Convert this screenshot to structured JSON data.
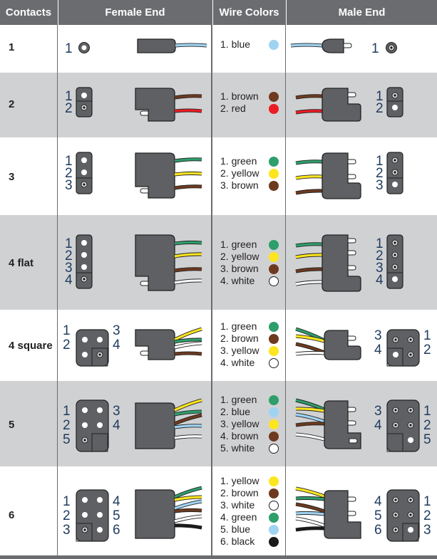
{
  "header": {
    "contacts": "Contacts",
    "female_end": "Female End",
    "wire_colors": "Wire Colors",
    "male_end": "Male End"
  },
  "colors": {
    "header_bg": "#6b6c70",
    "alt_row_bg": "#d0d1d3",
    "connector_body": "#5f6064",
    "blue": "#9fd3f2",
    "brown": "#6e3a1f",
    "red": "#ec1c24",
    "green": "#2e9e6b",
    "yellow": "#fde51f",
    "white": "#ffffff",
    "black": "#1a1a1a"
  },
  "rows": [
    {
      "contacts": "1",
      "wires": [
        {
          "label": "1. blue",
          "color": "blue"
        }
      ],
      "female_pins": [
        "1"
      ],
      "male_pins": [
        "1"
      ]
    },
    {
      "contacts": "2",
      "wires": [
        {
          "label": "1. brown",
          "color": "brown"
        },
        {
          "label": "2. red",
          "color": "red"
        }
      ],
      "female_pins": [
        "1",
        "2"
      ],
      "male_pins": [
        "1",
        "2"
      ]
    },
    {
      "contacts": "3",
      "wires": [
        {
          "label": "1. green",
          "color": "green"
        },
        {
          "label": "2. yellow",
          "color": "yellow"
        },
        {
          "label": "3. brown",
          "color": "brown"
        }
      ],
      "female_pins": [
        "1",
        "2",
        "3"
      ],
      "male_pins": [
        "1",
        "2",
        "3"
      ]
    },
    {
      "contacts": "4 flat",
      "wires": [
        {
          "label": "1. green",
          "color": "green"
        },
        {
          "label": "2. yellow",
          "color": "yellow"
        },
        {
          "label": "3. brown",
          "color": "brown"
        },
        {
          "label": "4. white",
          "color": "white"
        }
      ],
      "female_pins": [
        "1",
        "2",
        "3",
        "4"
      ],
      "male_pins": [
        "1",
        "2",
        "3",
        "4"
      ]
    },
    {
      "contacts": "4 square",
      "wires": [
        {
          "label": "1. green",
          "color": "green"
        },
        {
          "label": "2. brown",
          "color": "brown"
        },
        {
          "label": "3. yellow",
          "color": "yellow"
        },
        {
          "label": "4. white",
          "color": "white"
        }
      ],
      "female_pins": [
        "1",
        "2",
        "3",
        "4"
      ],
      "male_pins": [
        "3",
        "4",
        "1",
        "2"
      ]
    },
    {
      "contacts": "5",
      "wires": [
        {
          "label": "1. green",
          "color": "green"
        },
        {
          "label": "2. blue",
          "color": "blue"
        },
        {
          "label": "3. yellow",
          "color": "yellow"
        },
        {
          "label": "4. brown",
          "color": "brown"
        },
        {
          "label": "5. white",
          "color": "white"
        }
      ],
      "female_pins": [
        "1",
        "2",
        "5",
        "3",
        "4"
      ],
      "male_pins": [
        "3",
        "4",
        "1",
        "2",
        "5"
      ]
    },
    {
      "contacts": "6",
      "wires": [
        {
          "label": "1. yellow",
          "color": "yellow"
        },
        {
          "label": "2. brown",
          "color": "brown"
        },
        {
          "label": "3. white",
          "color": "white"
        },
        {
          "label": "4. green",
          "color": "green"
        },
        {
          "label": "5. blue",
          "color": "blue"
        },
        {
          "label": "6. black",
          "color": "black"
        }
      ],
      "female_pins": [
        "1",
        "2",
        "3",
        "4",
        "5",
        "6"
      ],
      "male_pins": [
        "4",
        "5",
        "6",
        "1",
        "2",
        "3"
      ]
    }
  ]
}
